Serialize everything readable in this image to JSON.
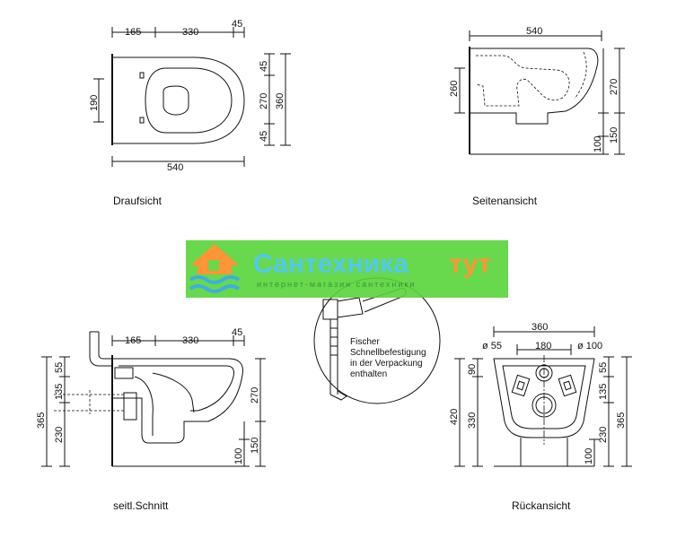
{
  "views": {
    "top": {
      "caption": "Draufsicht",
      "dims": {
        "d165": "165",
        "d330": "330",
        "d45": "45",
        "d540": "540",
        "d190": "190",
        "d45a": "45",
        "d270": "270",
        "d360": "360",
        "d45b": "45"
      }
    },
    "side": {
      "caption": "Seitenansicht",
      "dims": {
        "d540": "540",
        "d260": "260",
        "d270": "270",
        "d100": "100",
        "d150": "150"
      }
    },
    "section": {
      "caption": "seitl.Schnitt",
      "dims": {
        "d165": "165",
        "d330": "330",
        "d45": "45",
        "d55": "55",
        "d135": "135",
        "d365": "365",
        "d230": "230",
        "d270": "270",
        "d100": "100",
        "d150": "150"
      }
    },
    "rear": {
      "caption": "Rückansicht",
      "dims": {
        "d360": "360",
        "dia55": "ø 55",
        "d180": "180",
        "dia100": "ø 100",
        "d90": "90",
        "d420": "420",
        "d330": "330",
        "d100": "100",
        "d55": "55",
        "d135": "135",
        "d230": "230",
        "d365": "365"
      }
    }
  },
  "fixing_note": [
    "Fischer",
    "Schnellbefestigung",
    "in der Verpackung",
    "enthalten"
  ],
  "watermark": {
    "title_main": "Сантехника",
    "title_accent": "тут",
    "subtitle": "интернет-магазин сантехники",
    "colors": {
      "band": "#58d43a",
      "title": "#3ec4f0",
      "accent": "#ff8a1f",
      "wave": "#2aa6e0"
    }
  }
}
